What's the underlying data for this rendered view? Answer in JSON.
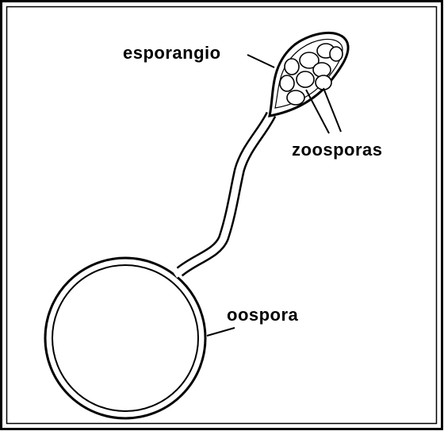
{
  "labels": {
    "sporangium": "esporangio",
    "zoospores": "zoosporas",
    "oospore": "oospora"
  },
  "colors": {
    "line": "#000000",
    "background": "#ffffff"
  }
}
